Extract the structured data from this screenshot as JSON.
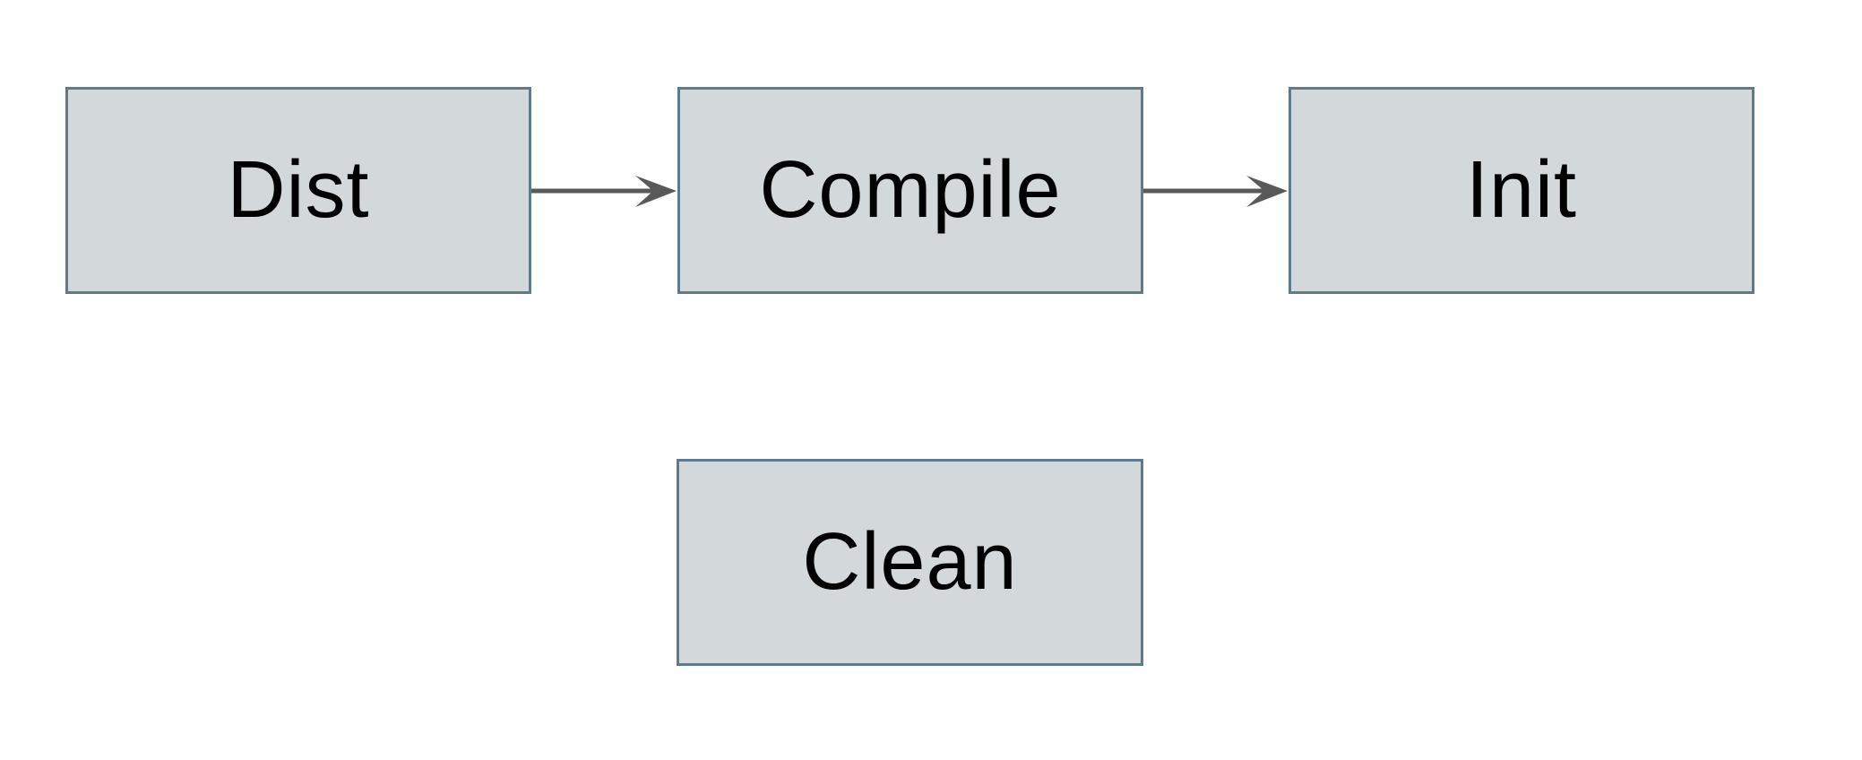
{
  "diagram": {
    "type": "flowchart",
    "nodes": [
      {
        "id": "dist",
        "label": "Dist"
      },
      {
        "id": "compile",
        "label": "Compile"
      },
      {
        "id": "init",
        "label": "Init"
      },
      {
        "id": "clean",
        "label": "Clean"
      }
    ],
    "edges": [
      {
        "from": "dist",
        "to": "compile",
        "style": "arrow"
      },
      {
        "from": "compile",
        "to": "init",
        "style": "arrow"
      }
    ],
    "colors": {
      "background": "#ffffff",
      "node_fill": "#d3d9db",
      "node_border": "#5f7a88",
      "arrow": "#595959",
      "text": "#000000"
    }
  }
}
